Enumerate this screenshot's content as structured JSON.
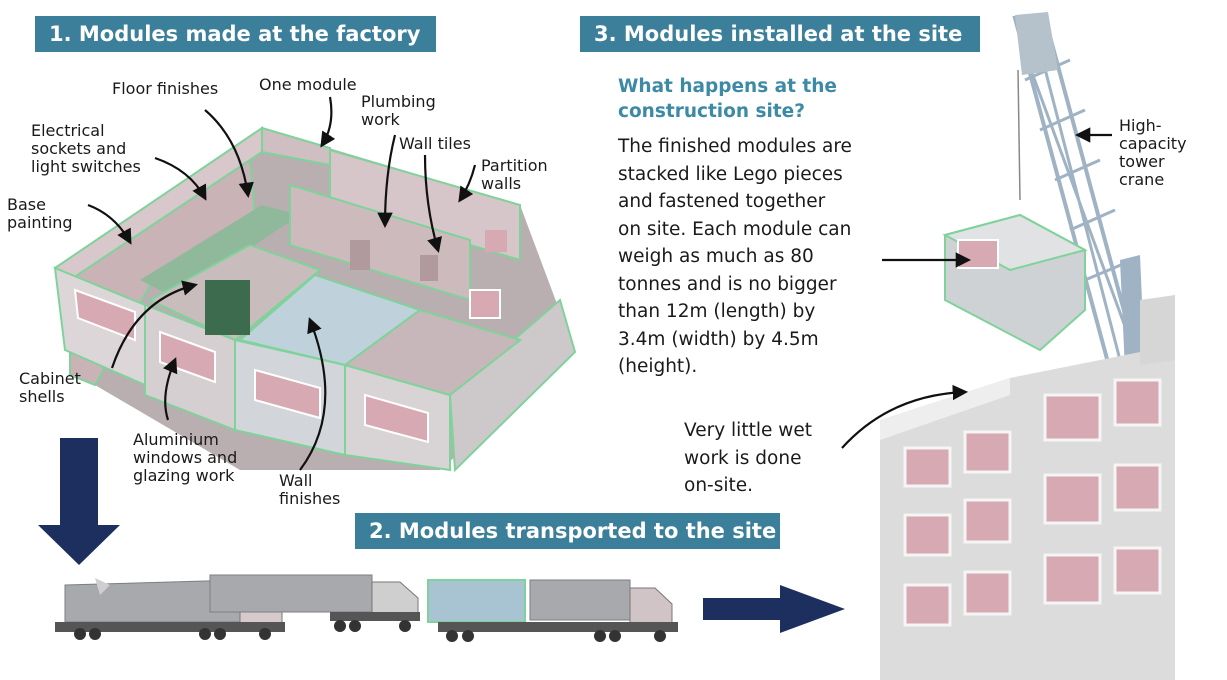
{
  "colors": {
    "banner_bg": "#3b7f9a",
    "banner_text": "#ffffff",
    "subhead": "#3d8aa6",
    "arrow_navy": "#1d2f5e",
    "module_outline": "#7fd39a",
    "wall": "#c9b3b7",
    "window": "#d7a9b2",
    "building": "#dcdcdc",
    "crane": "#9fb3c4"
  },
  "step1": {
    "title": "1. Modules made at the factory",
    "labels": {
      "floor_finishes": "Floor finishes",
      "one_module": "One module",
      "plumbing_work": [
        "Plumbing",
        "work"
      ],
      "electrical": [
        "Electrical",
        "sockets and",
        "light switches"
      ],
      "wall_tiles": "Wall tiles",
      "partition_walls": [
        "Partition",
        "walls"
      ],
      "base_painting": [
        "Base",
        "painting"
      ],
      "cabinet_shells": [
        "Cabinet",
        "shells"
      ],
      "aluminium": [
        "Aluminium",
        "windows and",
        "glazing work"
      ],
      "wall_finishes": [
        "Wall",
        "finishes"
      ]
    }
  },
  "step2": {
    "title": "2. Modules transported to the site"
  },
  "step3": {
    "title": "3. Modules installed at the site",
    "question": [
      "What happens at the",
      "construction site?"
    ],
    "body": [
      "The finished modules are",
      "stacked like Lego pieces",
      "and fastened together",
      "on site. Each module can",
      "weigh as much as 80",
      "tonnes and is no bigger",
      "than 12m (length) by",
      "3.4m (width) by 4.5m",
      "(height)."
    ],
    "wet_work": [
      "Very little wet",
      "work is done",
      "on-site."
    ],
    "crane_label": [
      "High-",
      "capacity",
      "tower",
      "crane"
    ]
  }
}
